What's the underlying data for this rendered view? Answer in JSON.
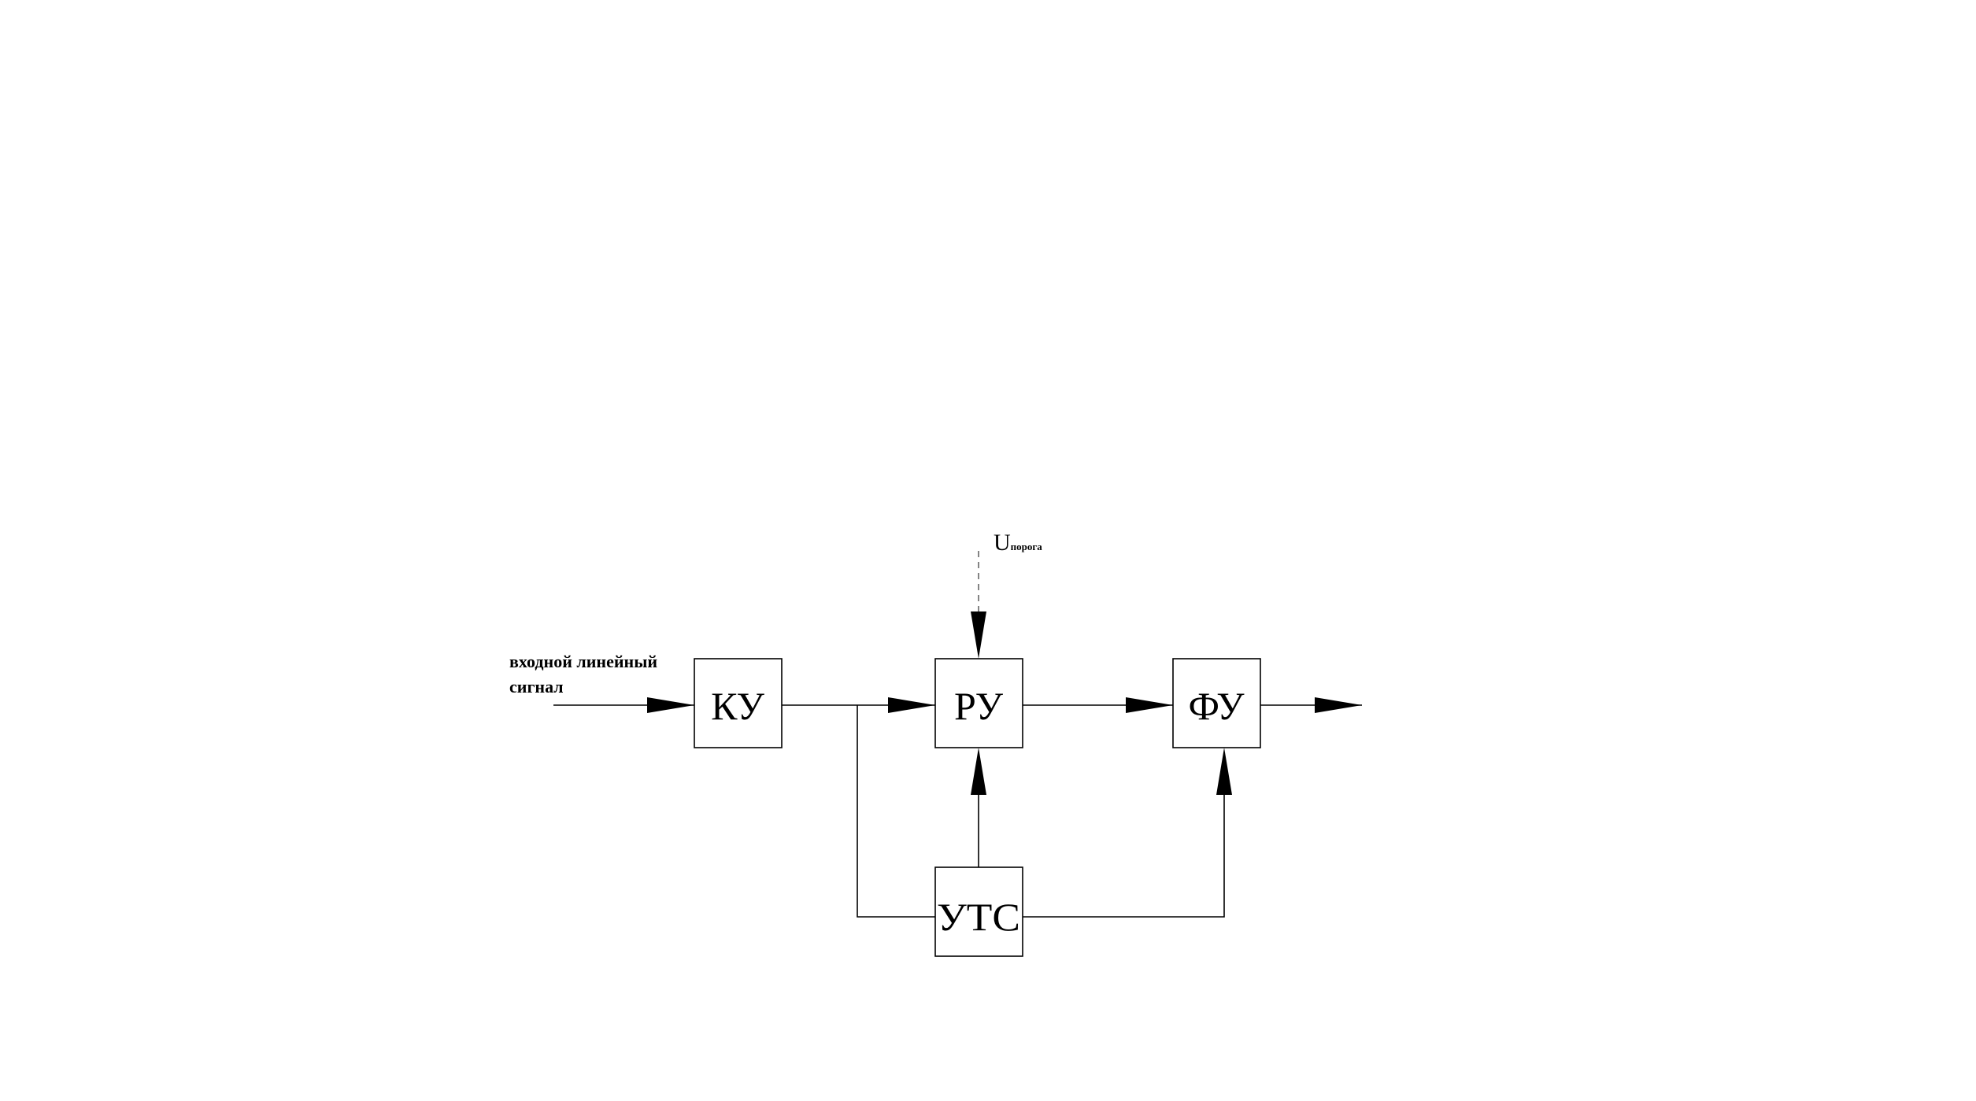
{
  "input_caption": {
    "line1": "входной линейный",
    "line2": "сигнал"
  },
  "threshold_label": {
    "main": "U",
    "subscript": "порога"
  },
  "blocks": {
    "ku": "КУ",
    "ru": "РУ",
    "fu": "ФУ",
    "uts": "УТС"
  },
  "colors": {
    "stroke": "#000000",
    "dashed": "#666666",
    "background": "#ffffff"
  }
}
